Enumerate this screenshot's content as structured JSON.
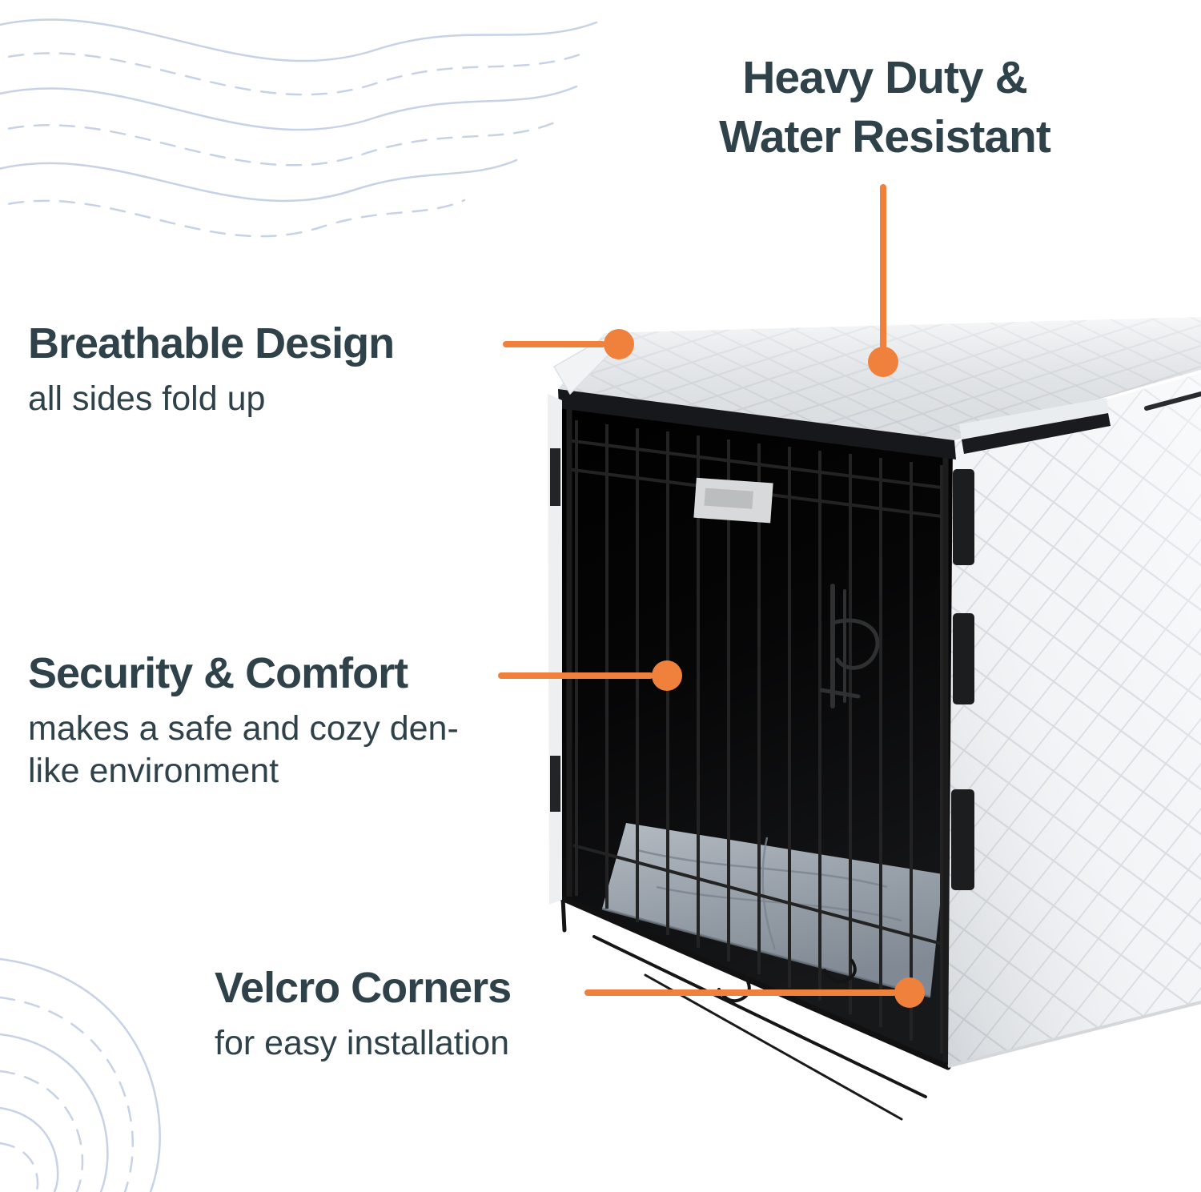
{
  "colors": {
    "accent_orange": "#F0813C",
    "heading_dark": "#2F4249",
    "wave_blue": "#C7D2E6",
    "cover_light": "#F3F5F7",
    "quilt_line": "#D9DDE1",
    "interior_dark": "#0A0A0B",
    "pad_gray": "#98A0A9",
    "velcro_black": "#1C1D1F"
  },
  "callouts": {
    "heavy_duty": {
      "title": "Heavy Duty & Water Resistant"
    },
    "breathable": {
      "title": "Breathable Design",
      "subtitle": "all sides fold up"
    },
    "security": {
      "title": "Security & Comfort",
      "subtitle": "makes a safe and cozy den-like environment"
    },
    "velcro": {
      "title": "Velcro Corners",
      "subtitle": "for easy installation"
    }
  }
}
